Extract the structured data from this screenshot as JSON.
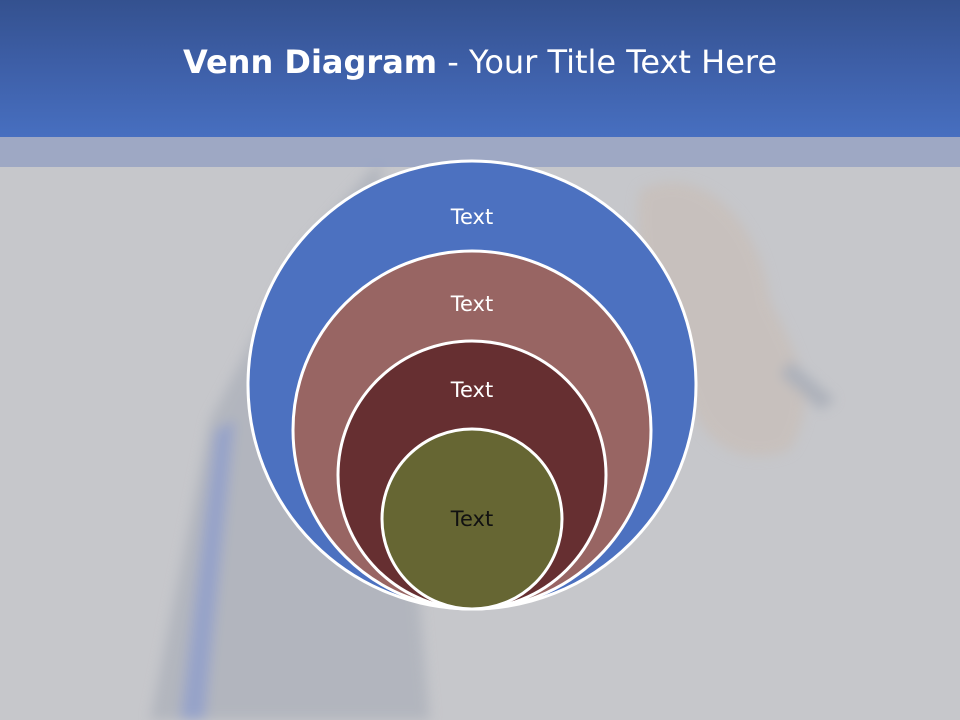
{
  "slide": {
    "title_bold": "Venn Diagram",
    "title_rest": " - Your Title Text Here"
  },
  "venn": {
    "circles": [
      {
        "label": "Text",
        "fill": "#4c71c0",
        "text_color": "#ffffff"
      },
      {
        "label": "Text",
        "fill": "#986563",
        "text_color": "#ffffff"
      },
      {
        "label": "Text",
        "fill": "#662f31",
        "text_color": "#ffffff"
      },
      {
        "label": "Text",
        "fill": "#666633",
        "text_color": "#111111"
      }
    ]
  },
  "colors": {
    "header": "#476fc0",
    "background": "#c6c7cb",
    "circle_border": "#ffffff"
  }
}
